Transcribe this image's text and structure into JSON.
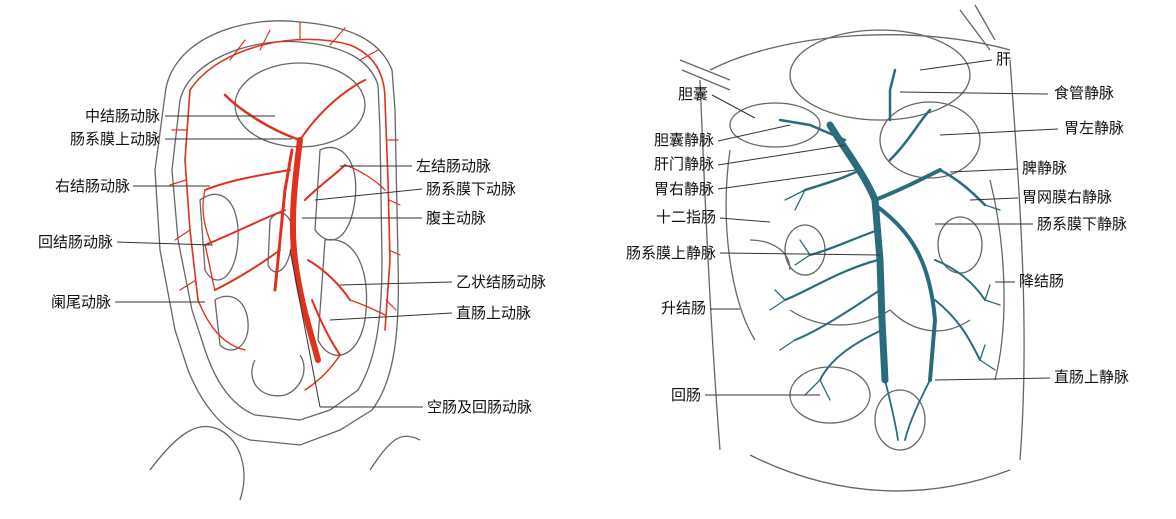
{
  "colors": {
    "artery": "#e0301e",
    "vein": "#2a6b7c",
    "outline": "#555555",
    "leader": "#333333",
    "text": "#111111"
  },
  "left": {
    "labels": [
      {
        "id": "zhongjiechang",
        "text": "中结肠动脉"
      },
      {
        "id": "changximoshang",
        "text": "肠系膜上动脉"
      },
      {
        "id": "youjiechang",
        "text": "右结肠动脉"
      },
      {
        "id": "huijiechang",
        "text": "回结肠动脉"
      },
      {
        "id": "lanwei",
        "text": "阑尾动脉"
      },
      {
        "id": "zuojiechang",
        "text": "左结肠动脉"
      },
      {
        "id": "changximoxia",
        "text": "肠系膜下动脉"
      },
      {
        "id": "fuzhu",
        "text": "腹主动脉"
      },
      {
        "id": "yizhuang",
        "text": "乙状结肠动脉"
      },
      {
        "id": "zhichangshang",
        "text": "直肠上动脉"
      },
      {
        "id": "kongchang",
        "text": "空肠及回肠动脉"
      }
    ]
  },
  "right": {
    "labels": [
      {
        "id": "gan",
        "text": "肝"
      },
      {
        "id": "shiguan",
        "text": "食管静脉"
      },
      {
        "id": "weizuo",
        "text": "胃左静脉"
      },
      {
        "id": "pi",
        "text": "脾静脉"
      },
      {
        "id": "weiwangmo",
        "text": "胃网膜右静脉"
      },
      {
        "id": "changximoxiajm",
        "text": "肠系膜下静脉"
      },
      {
        "id": "jiangjie",
        "text": "降结肠"
      },
      {
        "id": "zhichangshangjm",
        "text": "直肠上静脉"
      },
      {
        "id": "dannang",
        "text": "胆囊"
      },
      {
        "id": "dannangjm",
        "text": "胆囊静脉"
      },
      {
        "id": "ganmen",
        "text": "肝门静脉"
      },
      {
        "id": "weiyou",
        "text": "胃右静脉"
      },
      {
        "id": "shierzhi",
        "text": "十二指肠"
      },
      {
        "id": "changximoshangjm",
        "text": "肠系膜上静脉"
      },
      {
        "id": "shengjie",
        "text": "升结肠"
      },
      {
        "id": "huichang",
        "text": "回肠"
      }
    ]
  }
}
